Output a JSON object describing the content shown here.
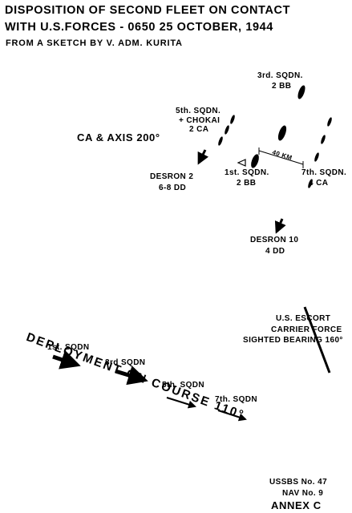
{
  "title": {
    "line1": "DISPOSITION OF SECOND FLEET ON CONTACT",
    "line2": "WITH U.S.FORCES - 0650 25 OCTOBER, 1944",
    "source": "FROM A SKETCH BY V. ADM. KURITA"
  },
  "squadrons": {
    "third": {
      "name": "3rd. SQDN.",
      "type": "2 BB"
    },
    "fifth": {
      "name": "5th. SQDN.",
      "extra": "+ CHOKAI",
      "type": "2 CA"
    },
    "first": {
      "name": "1st. SQDN.",
      "type": "2 BB"
    },
    "seventh": {
      "name": "7th. SQDN.",
      "type": "4 CA"
    }
  },
  "ca_axis": "CA & AXIS 200°",
  "destroyers": {
    "desron2": {
      "name": "DESRON 2",
      "type": "6-8 DD"
    },
    "desron10": {
      "name": "DESRON 10",
      "type": "4 DD"
    }
  },
  "distance_label": "40 KM",
  "us_force": {
    "line1": "U.S. ESCORT",
    "line2": "CARRIER FORCE",
    "line3": "SIGHTED BEARING 160°"
  },
  "deployment": {
    "arrows": [
      "1st. SQDN",
      "3rd SQDN",
      "5th. SQDN",
      "7th. SQDN"
    ],
    "caption": "DEPLOYMENT ON COURSE 110°"
  },
  "footer": {
    "line1": "USSBS No. 47",
    "line2": "NAV No. 9",
    "line3": "ANNEX C"
  },
  "colors": {
    "ink": "#000000",
    "paper": "#ffffff"
  }
}
